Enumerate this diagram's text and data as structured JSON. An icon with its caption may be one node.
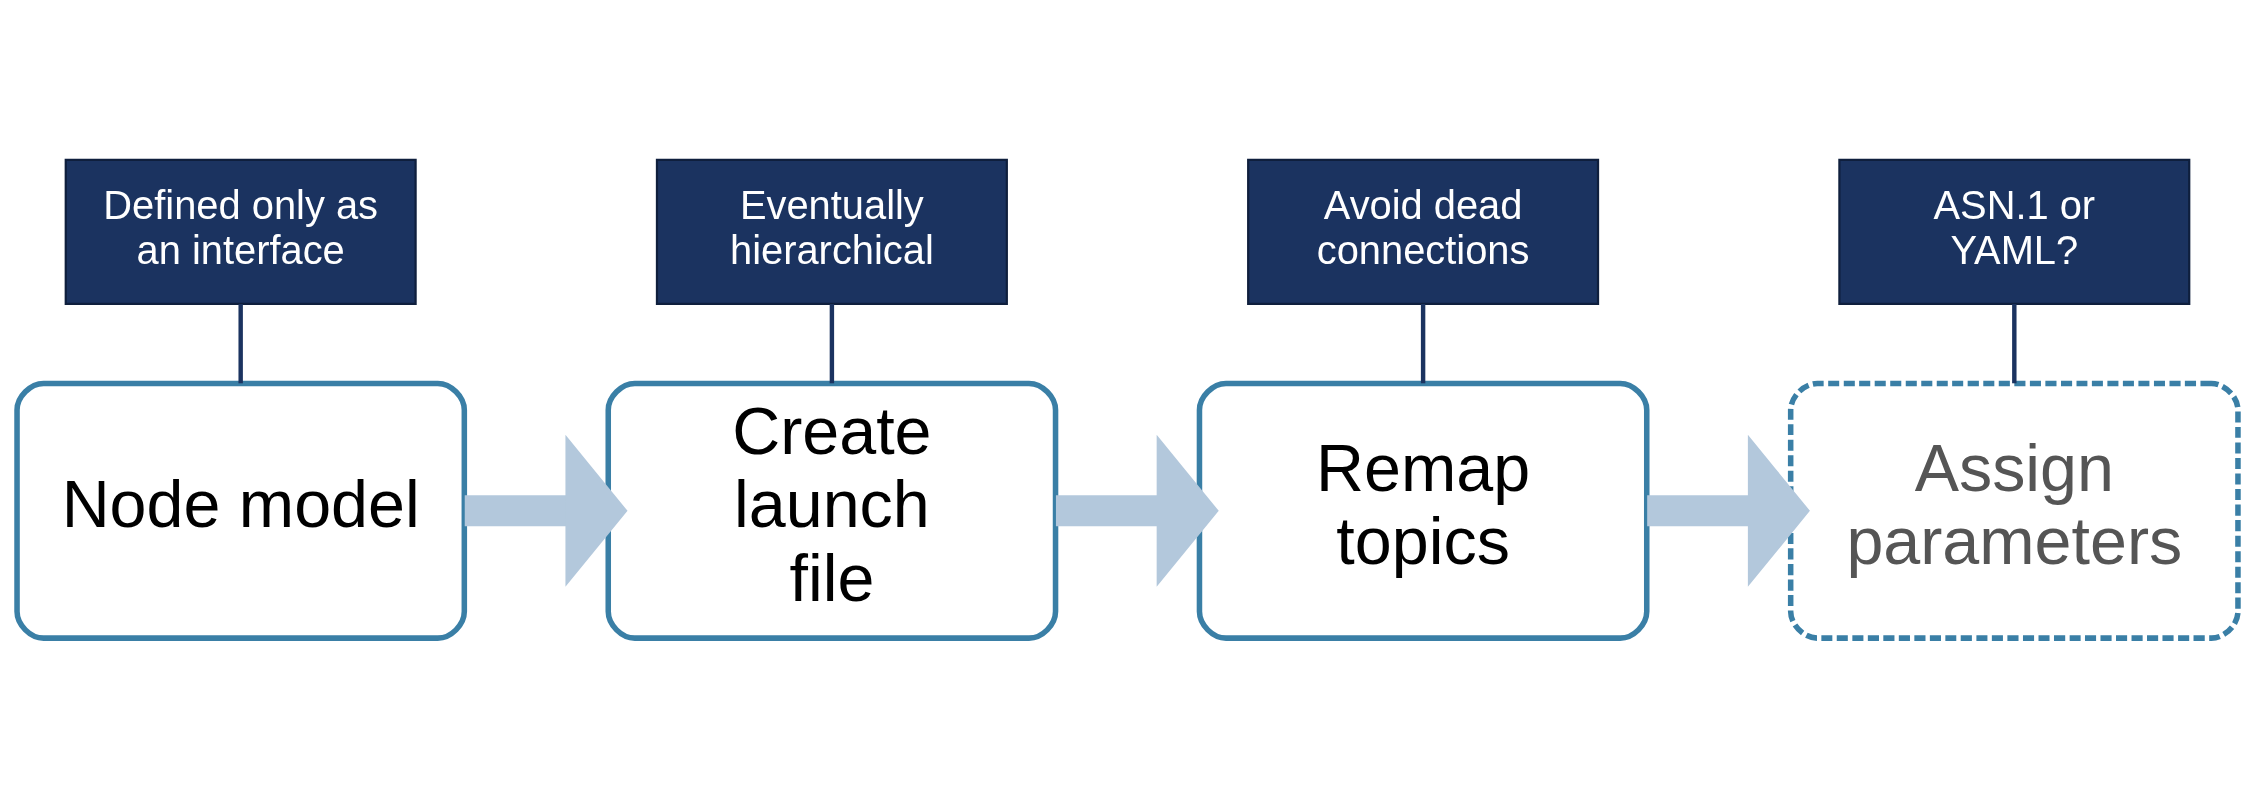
{
  "diagram": {
    "nodes": [
      {
        "text": [
          "Node model"
        ]
      },
      {
        "text": [
          "Create launch file"
        ]
      },
      {
        "text": [
          "Remap topics"
        ]
      },
      {
        "text": [
          "Assign parameters"
        ]
      },
      {
        "text": [
          "Eventually hierarchical"
        ]
      },
      {
        "text": [
          "ASN.1 or YAML?"
        ]
      },
      {
        "text": [
          "Defined only as an interface"
        ]
      },
      {
        "text": [
          "Avoid dead connections"
        ]
      }
    ],
    "edges": [
      {
        "from": 0,
        "to": 1,
        "arrow": "to",
        "style": "thick",
        "color": "#b3c8dc"
      },
      {
        "from": 1,
        "to": 2,
        "arrow": "to",
        "style": "thick",
        "color": "#b3c8dc"
      },
      {
        "from": 2,
        "to": 3,
        "arrow": "to",
        "style": "thick",
        "color": "#b3c8dc"
      },
      {
        "from": 4,
        "to": 1,
        "arrow": "none"
      },
      {
        "from": 5,
        "to": 3,
        "arrow": "none"
      },
      {
        "from": 6,
        "to": 0,
        "arrow": "none"
      },
      {
        "from": 7,
        "to": 2,
        "arrow": "none"
      }
    ]
  }
}
